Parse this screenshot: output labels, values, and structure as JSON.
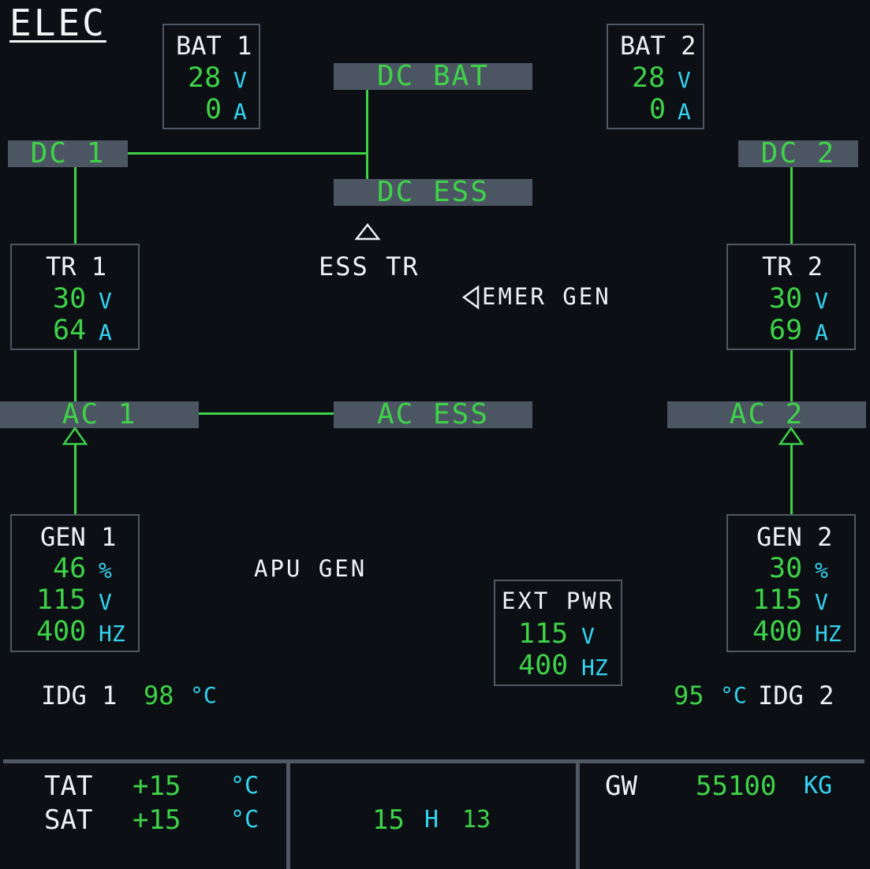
{
  "title": "ELEC",
  "buses": {
    "dc_bat": "DC BAT",
    "dc1": "DC 1",
    "dc2": "DC 2",
    "dc_ess": "DC ESS",
    "ac1": "AC 1",
    "ac_ess": "AC ESS",
    "ac2": "AC 2"
  },
  "bat1": {
    "label": "BAT 1",
    "volts": "28",
    "v_unit": "V",
    "amps": "0",
    "a_unit": "A"
  },
  "bat2": {
    "label": "BAT 2",
    "volts": "28",
    "v_unit": "V",
    "amps": "0",
    "a_unit": "A"
  },
  "tr1": {
    "label": "TR 1",
    "volts": "30",
    "v_unit": "V",
    "amps": "64",
    "a_unit": "A"
  },
  "tr2": {
    "label": "TR 2",
    "volts": "30",
    "v_unit": "V",
    "amps": "69",
    "a_unit": "A"
  },
  "ess_tr": "ESS TR",
  "emer_gen": "EMER GEN",
  "gen1": {
    "label": "GEN 1",
    "load": "46",
    "load_unit": "%",
    "volts": "115",
    "v_unit": "V",
    "freq": "400",
    "f_unit": "HZ"
  },
  "gen2": {
    "label": "GEN 2",
    "load": "30",
    "load_unit": "%",
    "volts": "115",
    "v_unit": "V",
    "freq": "400",
    "f_unit": "HZ"
  },
  "apu_gen": "APU GEN",
  "ext_pwr": {
    "label": "EXT PWR",
    "volts": "115",
    "v_unit": "V",
    "freq": "400",
    "f_unit": "HZ"
  },
  "idg1": {
    "label": "IDG 1",
    "temp": "98",
    "unit": "°C"
  },
  "idg2": {
    "label": "IDG 2",
    "temp": "95",
    "unit": "°C"
  },
  "footer": {
    "tat_label": "TAT",
    "tat_value": "+15",
    "tat_unit": "°C",
    "sat_label": "SAT",
    "sat_value": "+15",
    "sat_unit": "°C",
    "time_hours": "15",
    "time_sep": "H",
    "time_minutes": "13",
    "gw_label": "GW",
    "gw_value": "55100",
    "gw_unit": "KG"
  },
  "colors": {
    "background": "#0c0f14",
    "green": "#3fd249",
    "cyan": "#35d3f0",
    "bus_grey": "#4c5663",
    "white": "#eef2f5"
  }
}
